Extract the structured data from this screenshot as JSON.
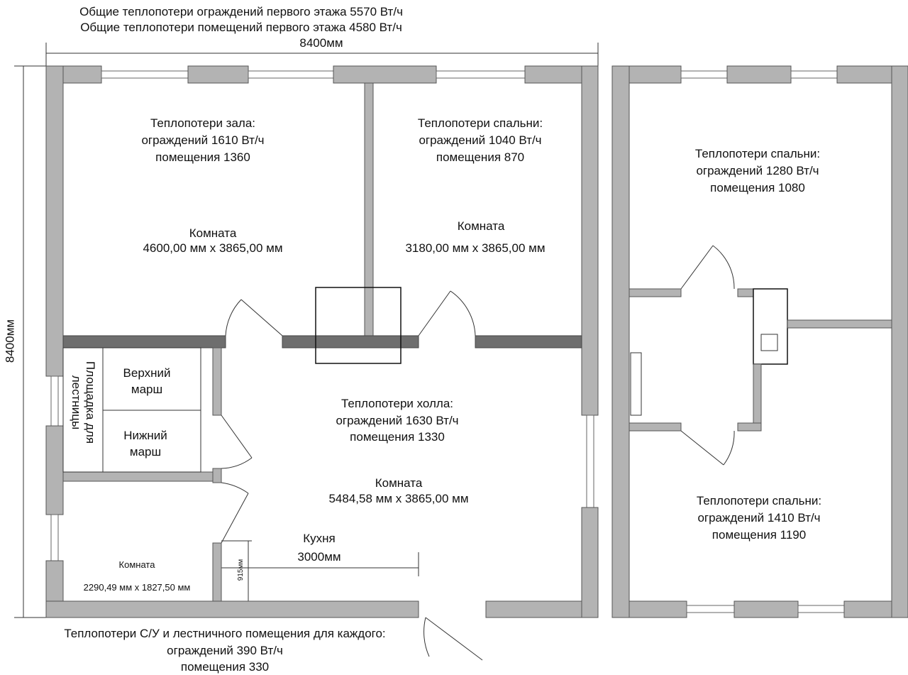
{
  "header": {
    "line1": "Общие теплопотери ограждений первого этажа 5570 Вт/ч",
    "line2": "Общие теплопотери помещений первого этажа 4580 Вт/ч",
    "width_dim": "8400мм"
  },
  "height_dim": "8400мм",
  "rooms": {
    "hall": {
      "title": "Теплопотери зала:",
      "walls": "ограждений  1610 Вт/ч",
      "room": "помещения 1360",
      "name": "Комната",
      "size": "4600,00 мм x 3865,00 мм"
    },
    "bedroom1": {
      "title": "Теплопотери спальни:",
      "walls": "ограждений  1040 Вт/ч",
      "room": "помещения 870",
      "name": "Комната",
      "size": "3180,00 мм x 3865,00 мм"
    },
    "lobby": {
      "title": "Теплопотери холла:",
      "walls": "ограждений  1630 Вт/ч",
      "room": "помещения 1330",
      "name": "Комната",
      "size": "5484,58 мм x 3865,00 мм"
    },
    "kitchen": {
      "name": "Кухня",
      "dim": "3000мм",
      "depth": "915мм"
    },
    "bath": {
      "name": "Комната",
      "size": "2290,49 мм x 1827,50 мм"
    },
    "stairs": {
      "landing": "Площадка для лестницы",
      "upper": "Верхний марш",
      "lower": "Нижний марш"
    },
    "bedroom2": {
      "title": "Теплопотери спальни:",
      "walls": "ограждений  1280 Вт/ч",
      "room": "помещения 1080"
    },
    "bedroom3": {
      "title": "Теплопотери спальни:",
      "walls": "ограждений  1410 Вт/ч",
      "room": "помещения 1190"
    }
  },
  "footer": {
    "line1": "Теплопотери С/У и лестничного помещения для каждого:",
    "line2": "ограждений  390 Вт/ч",
    "line3": "помещения 330"
  }
}
